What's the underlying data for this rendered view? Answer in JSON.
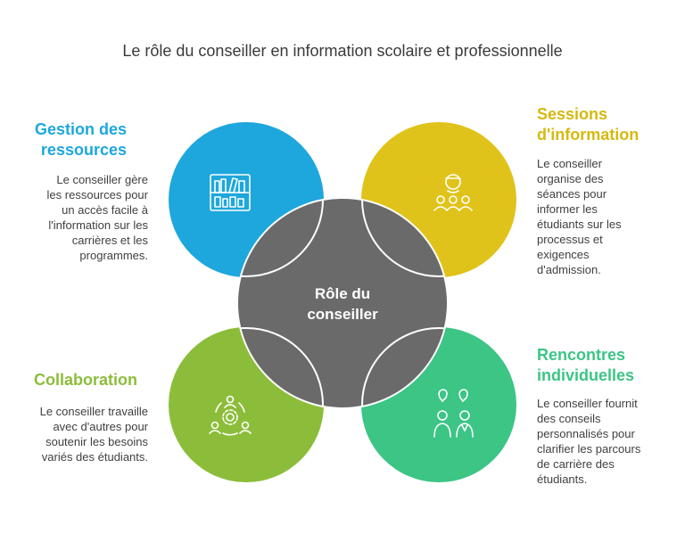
{
  "title": "Le rôle du conseiller en information scolaire et professionnelle",
  "center": {
    "label_line1": "Rôle du",
    "label_line2": "conseiller",
    "color": "#6a6a6a"
  },
  "sections": {
    "top_left": {
      "heading_line1": "Gestion des",
      "heading_line2": "ressources",
      "desc_lines": [
        "Le conseiller gère",
        "les ressources pour",
        "un accès facile à",
        "l'information sur les",
        "carrières et les",
        "programmes."
      ],
      "color": "#1ea7dc",
      "icon": "bookshelf-icon"
    },
    "top_right": {
      "heading_line1": "Sessions",
      "heading_line2": "d'information",
      "desc_lines": [
        "Le conseiller",
        "organise des",
        "séances pour",
        "informer les",
        "étudiants sur les",
        "processus et",
        "exigences",
        "d'admission."
      ],
      "color": "#e0c31a",
      "icon": "presenter-audience-icon"
    },
    "bottom_left": {
      "heading_line1": "Collaboration",
      "desc_lines": [
        "Le conseiller travaille",
        "avec d'autres pour",
        "soutenir les besoins",
        "variés des étudiants."
      ],
      "color": "#8cbd3a",
      "icon": "team-gear-icon"
    },
    "bottom_right": {
      "heading_line1": "Rencontres",
      "heading_line2": "individuelles",
      "desc_lines": [
        "Le conseiller fournit",
        "des conseils",
        "personnalisés pour",
        "clarifier les parcours",
        "de carrière des",
        "étudiants."
      ],
      "color": "#3cc585",
      "icon": "two-people-conversation-icon"
    }
  }
}
